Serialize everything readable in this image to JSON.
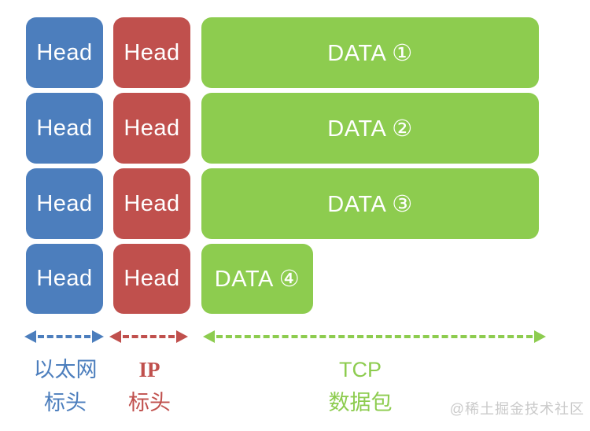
{
  "palette": {
    "blue": "#4C7EBD",
    "red": "#C0504D",
    "green": "#8DCC4F",
    "watermark_gray": "#CACACA"
  },
  "rows": [
    {
      "eth": "Head",
      "ip": "Head",
      "data": "DATA ①"
    },
    {
      "eth": "Head",
      "ip": "Head",
      "data": "DATA ②"
    },
    {
      "eth": "Head",
      "ip": "Head",
      "data": "DATA ③"
    },
    {
      "eth": "Head",
      "ip": "Head",
      "data": "DATA ④"
    }
  ],
  "legend": {
    "ethernet": {
      "line1": "以太网",
      "line2": "标头"
    },
    "ip": {
      "line1": "IP",
      "line2": "标头"
    },
    "tcp": {
      "line1": "TCP",
      "line2": "数据包"
    }
  },
  "watermark": {
    "text": "@稀土掘金技术社区"
  }
}
